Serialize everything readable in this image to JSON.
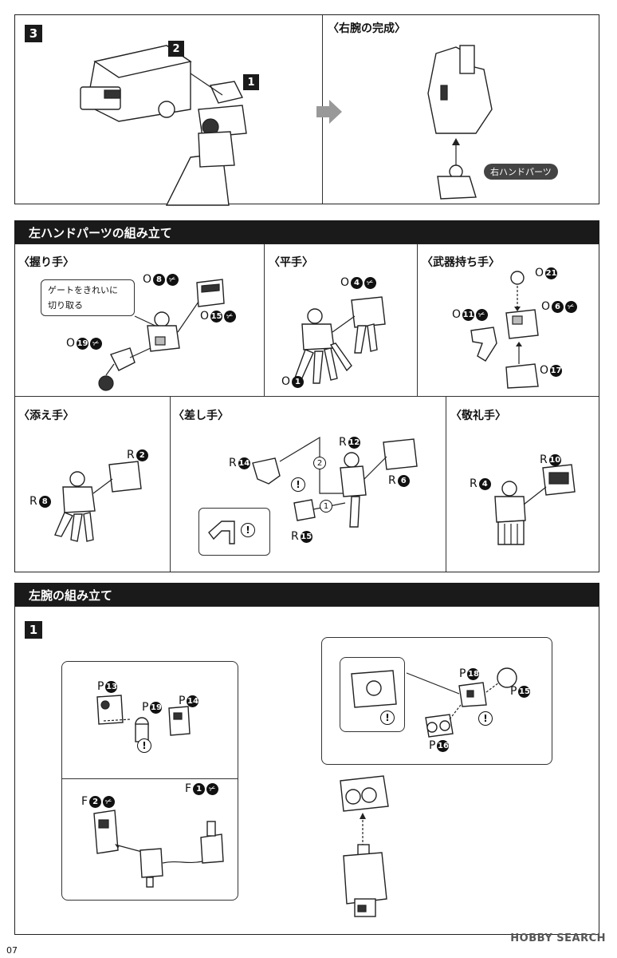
{
  "step3": {
    "step": "3",
    "callout2": "2",
    "callout1": "1",
    "complete_title": "〈右腕の完成〉",
    "right_hand_badge": "右ハンドパーツ"
  },
  "left_hand_section": {
    "title": "左ハンドパーツの組み立て",
    "grip": {
      "title": "〈握り手〉",
      "note": "ゲートをきれいに\n切り取る",
      "labels": [
        {
          "runner": "O",
          "num": "8",
          "gate": true
        },
        {
          "runner": "O",
          "num": "15",
          "gate": true
        },
        {
          "runner": "O",
          "num": "19",
          "gate": true
        }
      ]
    },
    "flat": {
      "title": "〈平手〉",
      "labels": [
        {
          "runner": "O",
          "num": "4",
          "gate": true
        },
        {
          "runner": "O",
          "num": "1",
          "gate": false
        }
      ]
    },
    "weapon": {
      "title": "〈武器持ち手〉",
      "labels": [
        {
          "runner": "O",
          "num": "21",
          "gate": false
        },
        {
          "runner": "O",
          "num": "11",
          "gate": true
        },
        {
          "runner": "O",
          "num": "6",
          "gate": true
        },
        {
          "runner": "O",
          "num": "17",
          "gate": false
        }
      ]
    },
    "support": {
      "title": "〈添え手〉",
      "labels": [
        {
          "runner": "R",
          "num": "2",
          "gate": false
        },
        {
          "runner": "R",
          "num": "8",
          "gate": false
        }
      ]
    },
    "point": {
      "title": "〈差し手〉",
      "labels": [
        {
          "runner": "R",
          "num": "14",
          "gate": false
        },
        {
          "runner": "R",
          "num": "12",
          "gate": false
        },
        {
          "runner": "R",
          "num": "6",
          "gate": false
        },
        {
          "runner": "R",
          "num": "15",
          "gate": false
        }
      ],
      "order1": "1",
      "order2": "2"
    },
    "salute": {
      "title": "〈敬礼手〉",
      "labels": [
        {
          "runner": "R",
          "num": "10",
          "gate": false
        },
        {
          "runner": "R",
          "num": "4",
          "gate": false
        }
      ]
    }
  },
  "left_arm_section": {
    "title": "左腕の組み立て",
    "step": "1",
    "labels": {
      "p13": {
        "runner": "P",
        "num": "13"
      },
      "p19": {
        "runner": "P",
        "num": "19"
      },
      "p14": {
        "runner": "P",
        "num": "14"
      },
      "f2": {
        "runner": "F",
        "num": "2"
      },
      "f1": {
        "runner": "F",
        "num": "1"
      },
      "p18": {
        "runner": "P",
        "num": "18"
      },
      "p15": {
        "runner": "P",
        "num": "15"
      },
      "p16": {
        "runner": "P",
        "num": "16"
      }
    }
  },
  "warning_mark": "!",
  "page_number": "07",
  "watermark": "HOBBY SEARCH"
}
